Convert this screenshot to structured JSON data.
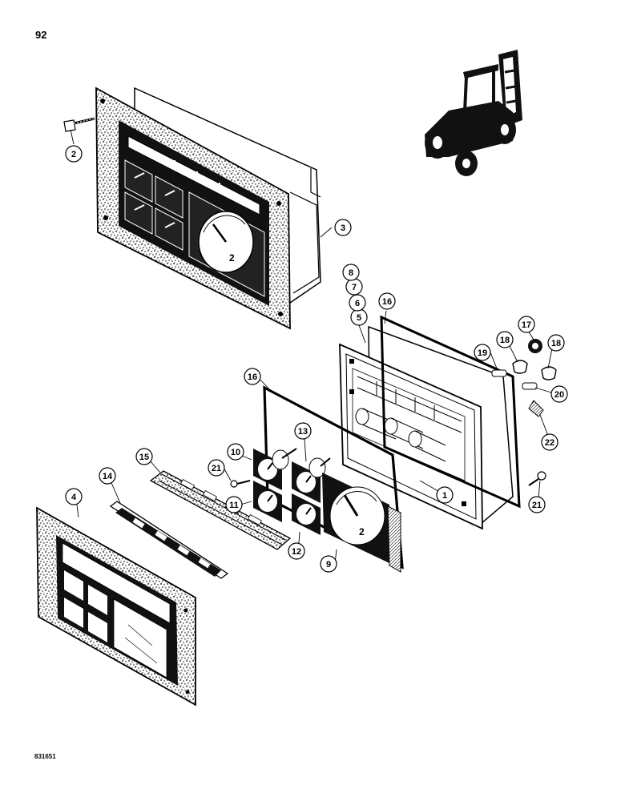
{
  "page_number": "92",
  "figure_code": "831651",
  "callouts": [
    {
      "id": "c1",
      "label": "1"
    },
    {
      "id": "c2",
      "label": "2"
    },
    {
      "id": "c3",
      "label": "3"
    },
    {
      "id": "c4",
      "label": "4"
    },
    {
      "id": "c5",
      "label": "5"
    },
    {
      "id": "c6",
      "label": "6"
    },
    {
      "id": "c7",
      "label": "7"
    },
    {
      "id": "c8",
      "label": "8"
    },
    {
      "id": "c9",
      "label": "9"
    },
    {
      "id": "c10",
      "label": "10"
    },
    {
      "id": "c11",
      "label": "11"
    },
    {
      "id": "c12",
      "label": "12"
    },
    {
      "id": "c13",
      "label": "13"
    },
    {
      "id": "c14",
      "label": "14"
    },
    {
      "id": "c15",
      "label": "15"
    },
    {
      "id": "c16a",
      "label": "16"
    },
    {
      "id": "c16b",
      "label": "16"
    },
    {
      "id": "c17",
      "label": "17"
    },
    {
      "id": "c18a",
      "label": "18"
    },
    {
      "id": "c18b",
      "label": "18"
    },
    {
      "id": "c19",
      "label": "19"
    },
    {
      "id": "c20",
      "label": "20"
    },
    {
      "id": "c21a",
      "label": "21"
    },
    {
      "id": "c21b",
      "label": "21"
    },
    {
      "id": "c22",
      "label": "22"
    }
  ]
}
